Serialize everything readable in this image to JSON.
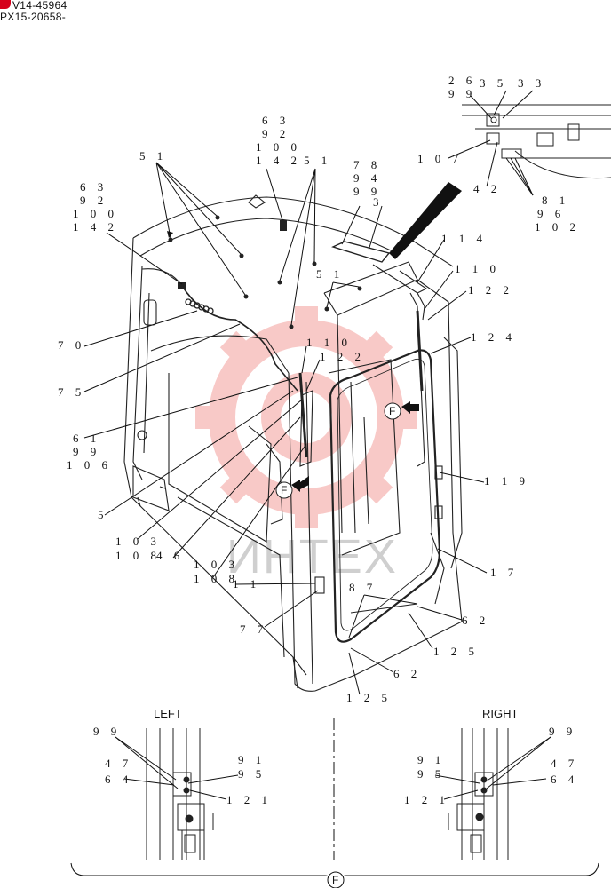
{
  "header": {
    "line1": "V14-45964",
    "line2": "PX15-20658-"
  },
  "watermark": {
    "text": "ИНТЕХ",
    "color": "#e8413a"
  },
  "labels": {
    "l_26": "2 6",
    "l_99a": "9 9",
    "l_35": "3 5",
    "l_33": "3 3",
    "l_107": "1 0 7",
    "l_42": "4 2",
    "l_81": "8 1",
    "l_96": "9 6",
    "l_102": "1 0 2",
    "l_63a": "6 3",
    "l_92a": "9 2",
    "l_100a": "1 0 0",
    "l_142a": "1 4 2",
    "l_51a": "5 1",
    "l_51b": "5 1",
    "l_78": "7 8",
    "l_94": "9 4",
    "l_99b": "9 9",
    "l_3": "3",
    "l_63b": "6 3",
    "l_92b": "9 2",
    "l_100b": "1 0 0",
    "l_142b": "1 4 2",
    "l_51c": "5 1",
    "l_114": "1 1 4",
    "l_110a": "1 1 0",
    "l_122a": "1 2 2",
    "l_124": "1 2 4",
    "l_70": "7 0",
    "l_75": "7 5",
    "l_110b": "1 1 0",
    "l_122b": "1 2 2",
    "l_61": "6 1",
    "l_99c": "9 9",
    "l_106": "1 0 6",
    "l_5": "5",
    "l_103a": "1 0 3",
    "l_108a": "1 0 8",
    "l_46": "4 6",
    "l_103b": "1 0 3",
    "l_108b": "1 0 8",
    "l_11": "1 1",
    "l_119": "1 1 9",
    "l_17": "1 7",
    "l_87": "8 7",
    "l_62a": "6 2",
    "l_125a": "1 2 5",
    "l_77": "7 7",
    "l_62b": "6 2",
    "l_125b": "1 2 5",
    "l_99d": "9 9",
    "l_47a": "4 7",
    "l_64a": "6 4",
    "l_91a": "9 1",
    "l_95a": "9 5",
    "l_121a": "1 2 1",
    "l_91b": "9 1",
    "l_95b": "9 5",
    "l_121b": "1 2 1",
    "l_99e": "9 9",
    "l_47b": "4 7",
    "l_64b": "6 4"
  },
  "detail": {
    "left_title": "LEFT",
    "right_title": "RIGHT",
    "ref_letter": "F",
    "ref_letter_a": "F",
    "ref_letter_b": "F"
  }
}
